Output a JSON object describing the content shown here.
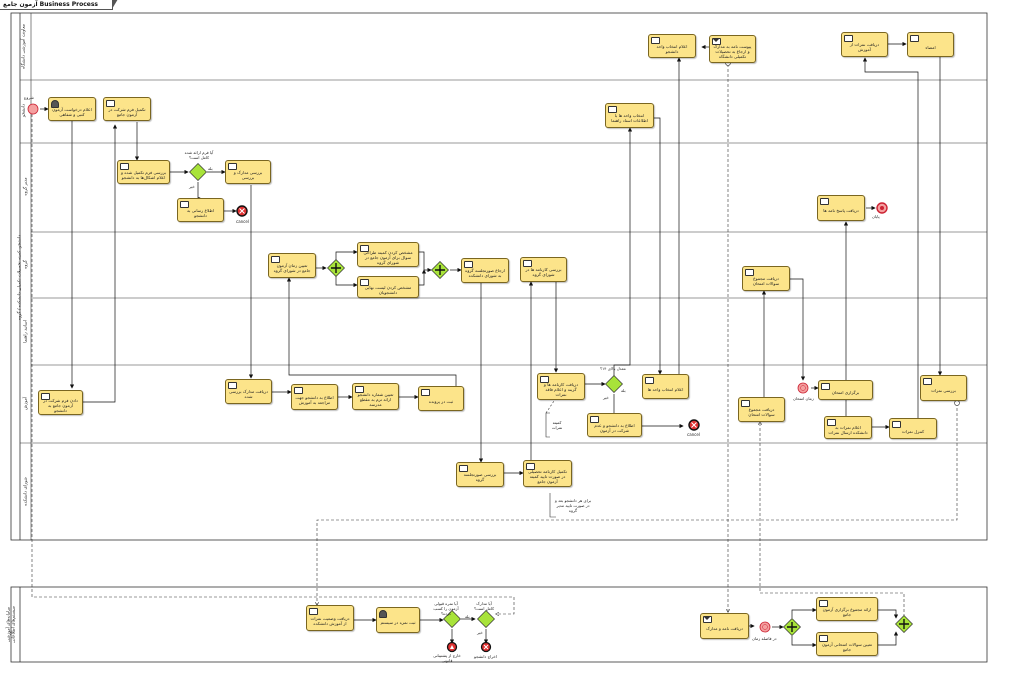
{
  "title": "آزمون جامع Business Process",
  "pools": {
    "main": "دانشجو، کمیته تحصیلات تکمیلی دانشکده / گروه",
    "external": "سامانه‌های آموزشی"
  },
  "lanes": {
    "l1": "معاونت آموزشی دانشگاه",
    "l2": "دانشجو",
    "l3": "مدیر گروه",
    "l4": "گروه",
    "l5": "اساتید راهنما",
    "l6": "آموزش",
    "l7": "شورای دانشکده",
    "ext1": "سامانه‌های آموزشی",
    "ext2": "سیستم‌های اطلاعاتی"
  },
  "tasks": {
    "t_stdreq": "اعلام درخواست آزمون کتبی و شفاهی",
    "t_submit": "تکمیل فرم شرکت در آزمون جامع",
    "t_mgr_review": "بررسی فرم تکمیل شده و اعلام اشکال‌ها به دانشجو",
    "t_mgr_docs": "بررسی مدارک و بررسی",
    "t_reject_std": "اطلاع رسانی به دانشجو",
    "t_sched": "تعیین زمان آزمون جامع در شورای گروه",
    "t_questions": "مشخص کردن کمیته طراحی سوال برای آزمون جامع در شورای گروه",
    "t_examiners": "مشخص کردن لیست نهایی دانشجویان",
    "t_send_council": "ارجاع صورتجلسه گروه به شورای دانشکده",
    "t_group_mtg": "بررسی کارنامه ها در شورای گروه",
    "t_select_lane2": "انتخاب واحد ها با اطلاعات استاد راهنما",
    "t_confirm": "اعلام انتخاب واحد دانشجو",
    "t_finalreq": "پیوست نامه به مدارک و ارجاع به تحصیلات تکمیلی دانشگاه",
    "t_get_results": "دریافت نمرات از آموزش",
    "t_approve": "امضاء",
    "t_notify_final": "دریافت پاسخ نامه ها",
    "t_prep_q": "دریافت مجموع سوالات امتحان",
    "t_edu_recv": "دادن فرم شرکت در آزمون جامع به دانشجو",
    "t_edu_docs": "دریافت مدارک بررسی شده",
    "t_edu_send": "اطلاع به دانشجو جهت مراجعه به آموزش",
    "t_edu_mail": "تعیین شماره دانشجو ارائه ترم به مقطع مدرسه",
    "t_edu_record": "ثبت در پرونده",
    "t_edu_grade": "دریافت کارنامه ها و گزینه و اعلام فاقد نمرات",
    "t_edu_notice": "اطلاع به دانشجو و عدم شرکت در آزمون",
    "t_edu_card": "اعلام انتخاب واحد ها",
    "t_edu_exam": "برگزاری امتحان",
    "t_edu_grades2": "اعلام نمرات به دانشکده ارسال نمرات",
    "t_edu_results": "بررسی نمرات",
    "t_edu_final": "کنترل نمرات",
    "t_edu_q": "دریافت مجموع سوالات امتحان",
    "t_council_review": "بررسی صورتجلسه گروه",
    "t_council_approve": "تکمیل کارنامه تحصیلی در صورت تایید کمیته آزمون جامع",
    "t_sys_get": "دریافت وضعیت نمرات از آموزش دانشکده",
    "t_sys_record": "ثبت نمره در سیستم",
    "t_sys_letter": "دریافت نامه و مدارک",
    "t_sys_prepare": "ارائه مجموع برگزاری آزمون جامع",
    "t_sys_questions": "تعیین سوالات امتحانی آزمون جامع"
  },
  "labels": {
    "start": "شروع",
    "cancel1": "cancel",
    "cancel2": "cancel",
    "end": "پایان",
    "gw1_q": "آیا فرم ارائه شده کامل است؟",
    "gw2_q": "معدل بالای ۱۴؟",
    "gw_no1": "خیر",
    "gw_yes1": "بله",
    "gw_no2": "خیر",
    "gw_yes2": "بله",
    "timer1": "زمان امتحان",
    "timer2": "در فاصله زمان",
    "ann1": "کمیته نمرات",
    "ann2": "برای هر دانشجو بعد و در صورت تایید مدیر گروه",
    "sys_gw1": "آیا نمره قبولی آزمون را کسب کرده؟",
    "sys_gw2": "آیا مدارک کامل است؟",
    "sys_yes": "بله",
    "sys_no": "خیر",
    "sys_end1": "خارج از پشتیبانی قانونی",
    "sys_end2": "اخراج دانشجو"
  },
  "colors": {
    "task_fill": "#fce48a",
    "task_border": "#7a6620",
    "gateway_fill": "#a8e33a",
    "start_fill": "#f4a0a0",
    "end_fill": "#e03030"
  }
}
